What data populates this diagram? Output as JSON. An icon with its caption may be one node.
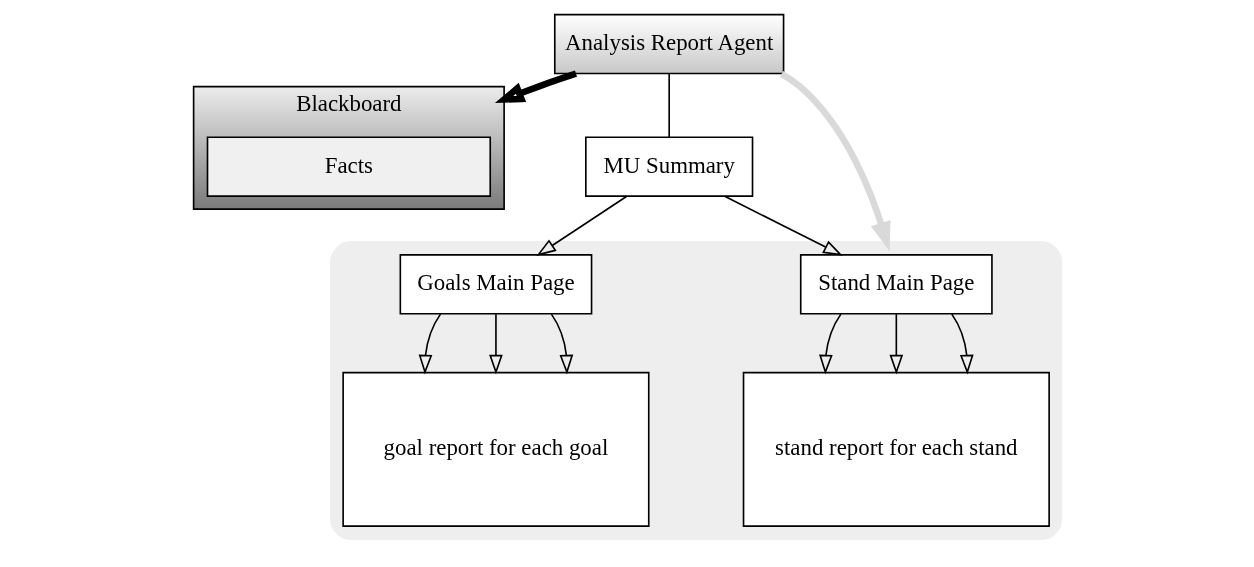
{
  "diagram": {
    "nodes": [
      {
        "text": [
          "Analysis Report Agent"
        ]
      },
      {
        "text": [
          "Blackboard"
        ]
      },
      {
        "text": [
          "Facts"
        ],
        "in": 1
      },
      {
        "text": [
          "MU Summary"
        ]
      },
      {
        "text": [],
        "shape": "ellipse"
      },
      {
        "text": [
          "Stand Main Page"
        ],
        "in": 4
      },
      {
        "text": [
          "Goals Main Page"
        ],
        "in": 4
      },
      {
        "text": [
          "stand report for each stand"
        ],
        "in": 4
      },
      {
        "text": [
          "goal report for each goal"
        ],
        "in": 4
      }
    ],
    "edges": [
      {
        "from": 0,
        "to": 1,
        "arrow": "to",
        "style": "thick"
      },
      {
        "from": 0,
        "to": 3,
        "arrow": "none"
      },
      {
        "from": 0,
        "to": 4,
        "arrow": "to",
        "style": "thick",
        "color": "#d9d9d9"
      },
      {
        "from": 3,
        "to": 5,
        "arrow": "to"
      },
      {
        "from": 3,
        "to": 6,
        "arrow": "to"
      },
      {
        "from": 5,
        "to": 7,
        "arrow": "to"
      },
      {
        "from": 5,
        "to": 7,
        "arrow": "to"
      },
      {
        "from": 5,
        "to": 7,
        "arrow": "to"
      },
      {
        "from": 6,
        "to": 8,
        "arrow": "to"
      },
      {
        "from": 6,
        "to": 8,
        "arrow": "to"
      },
      {
        "from": 6,
        "to": 8,
        "arrow": "to"
      }
    ]
  }
}
